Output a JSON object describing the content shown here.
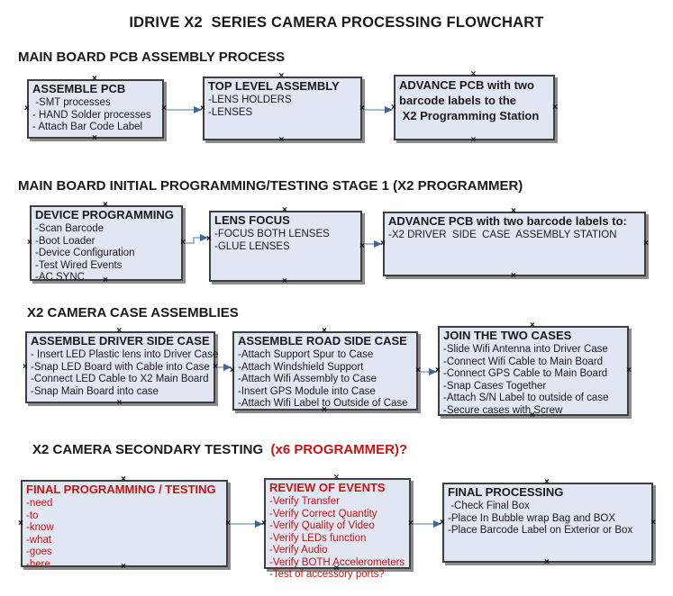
{
  "title": "IDRIVE X2  SERIES CAMERA PROCESSING FLOWCHART",
  "colors": {
    "box_fill": "#e0e7f3",
    "box_border": "#3f3f3f",
    "box_shadow": "#8c8c8c",
    "connector_line": "#8aa4c8",
    "connector_arrow": "#41669f",
    "red_text": "#cc1111",
    "text": "#1a1a1a"
  },
  "sections": [
    {
      "header": "MAIN BOARD PCB ASSEMBLY PROCESS",
      "boxes": [
        {
          "title": "ASSEMBLE PCB",
          "items": [
            " -SMT processes",
            "- HAND Solder processes",
            "- Attach Bar Code Label"
          ]
        },
        {
          "title": "TOP LEVEL ASSEMBLY",
          "items": [
            "-LENS HOLDERS",
            "-LENSES"
          ]
        },
        {
          "title": "ADVANCE PCB with two\nbarcode labels to the\n X2 Programming Station",
          "items": []
        }
      ]
    },
    {
      "header": "MAIN BOARD INITIAL PROGRAMMING/TESTING STAGE 1 (X2 PROGRAMMER)",
      "boxes": [
        {
          "title": "DEVICE PROGRAMMING",
          "items": [
            "-Scan Barcode",
            "-Boot Loader",
            "-Device Configuration",
            "-Test Wired Events",
            "-AC SYNC"
          ]
        },
        {
          "title": "LENS FOCUS",
          "items": [
            "-FOCUS BOTH LENSES",
            "-GLUE LENSES"
          ]
        },
        {
          "title": "ADVANCE PCB with two barcode labels to:",
          "items": [
            "-X2 DRIVER  SIDE  CASE  ASSEMBLY STATION"
          ]
        }
      ]
    },
    {
      "header": "X2 CAMERA CASE ASSEMBLIES",
      "boxes": [
        {
          "title": "ASSEMBLE DRIVER SIDE CASE",
          "items": [
            "- Insert LED Plastic lens into Driver Case",
            "-Snap LED Board with Cable into Case",
            "-Connect LED Cable to X2 Main Board",
            "-Snap Main Board into case"
          ]
        },
        {
          "title": "ASSEMBLE ROAD SIDE CASE",
          "items": [
            "-Attach Support Spur to Case",
            "-Attach Windshield Support",
            "-Attach Wifi Assembly to Case",
            "-Insert GPS Module into Case",
            "-Attach Wifi Label to Outside of Case"
          ]
        },
        {
          "title": "JOIN THE TWO CASES",
          "items": [
            "-Slide Wifi Antenna into Driver Case",
            "-Connect Wifi Cable to Main Board",
            "-Connect GPS Cable to Main Board",
            "-Snap Cases Together",
            "-Attach S/N Label to outside of case",
            "-Secure cases with Screw"
          ]
        }
      ]
    },
    {
      "header": "X2 CAMERA SECONDARY TESTING  ",
      "header_suffix": "(x6 PROGRAMMER)?",
      "boxes": [
        {
          "title": "FINAL PROGRAMMING / TESTING",
          "items": [
            "-need",
            "-to",
            "-know",
            "-what",
            "-goes",
            "-here"
          ]
        },
        {
          "title": "REVIEW OF EVENTS",
          "items": [
            "-Verify Transfer",
            "-Verify Correct Quantity",
            "-Verify Quality of Video",
            "-Verify LEDs function",
            "-Verify Audio",
            "-Verify BOTH Accelerometers",
            "-Test of accessory ports?"
          ]
        },
        {
          "title": "FINAL PROCESSING",
          "items": [
            " -Check Final Box",
            "-Place In Bubble wrap Bag and BOX",
            "-Place Barcode Label on Exterior or Box"
          ]
        }
      ]
    }
  ]
}
